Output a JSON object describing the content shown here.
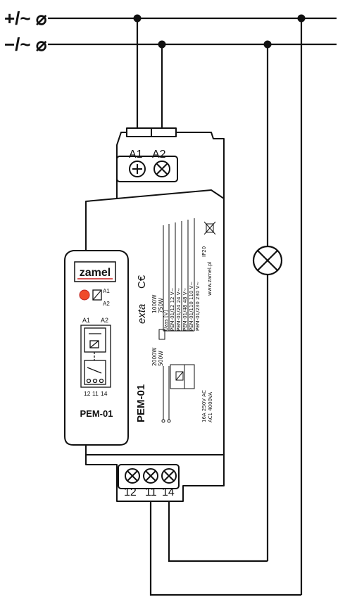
{
  "terminals": {
    "plus": "+/~ ⌀",
    "minus": "−/~ ⌀"
  },
  "device": {
    "brand": "zamel",
    "model": "PEM-01",
    "model_label": "PEM-01",
    "series": "exta",
    "ce": "C€",
    "led_a1": "A1",
    "led_a2": "A2",
    "inputs": [
      "A1",
      "A2"
    ],
    "outputs": [
      "12",
      "11",
      "14"
    ],
    "face_inputs": [
      "A1",
      "A2"
    ],
    "face_outputs": [
      "12",
      "11",
      "14"
    ],
    "power_lines": [
      "2000W",
      "500W"
    ],
    "power_lines2": [
      "1000W",
      "750W"
    ],
    "voltage_table": {
      "header": "Uzas [V]",
      "rows": [
        "PEM-01/12 12 V∼",
        "PEM-01/24 24 V∼",
        "PEM-01/48 48 V∼",
        "PEM-01/110 110 V∼",
        "PEM-01/230 230 V∼"
      ]
    },
    "contact_rating": "AC1 4000VA",
    "contact_rating2": "16A 250V AC",
    "ip": "IP20",
    "website": "www.zamel.pl"
  },
  "colors": {
    "line": "#111111",
    "body": "#ffffff",
    "led": "#f04a2a",
    "brand_underline": "#cc1f1f"
  }
}
